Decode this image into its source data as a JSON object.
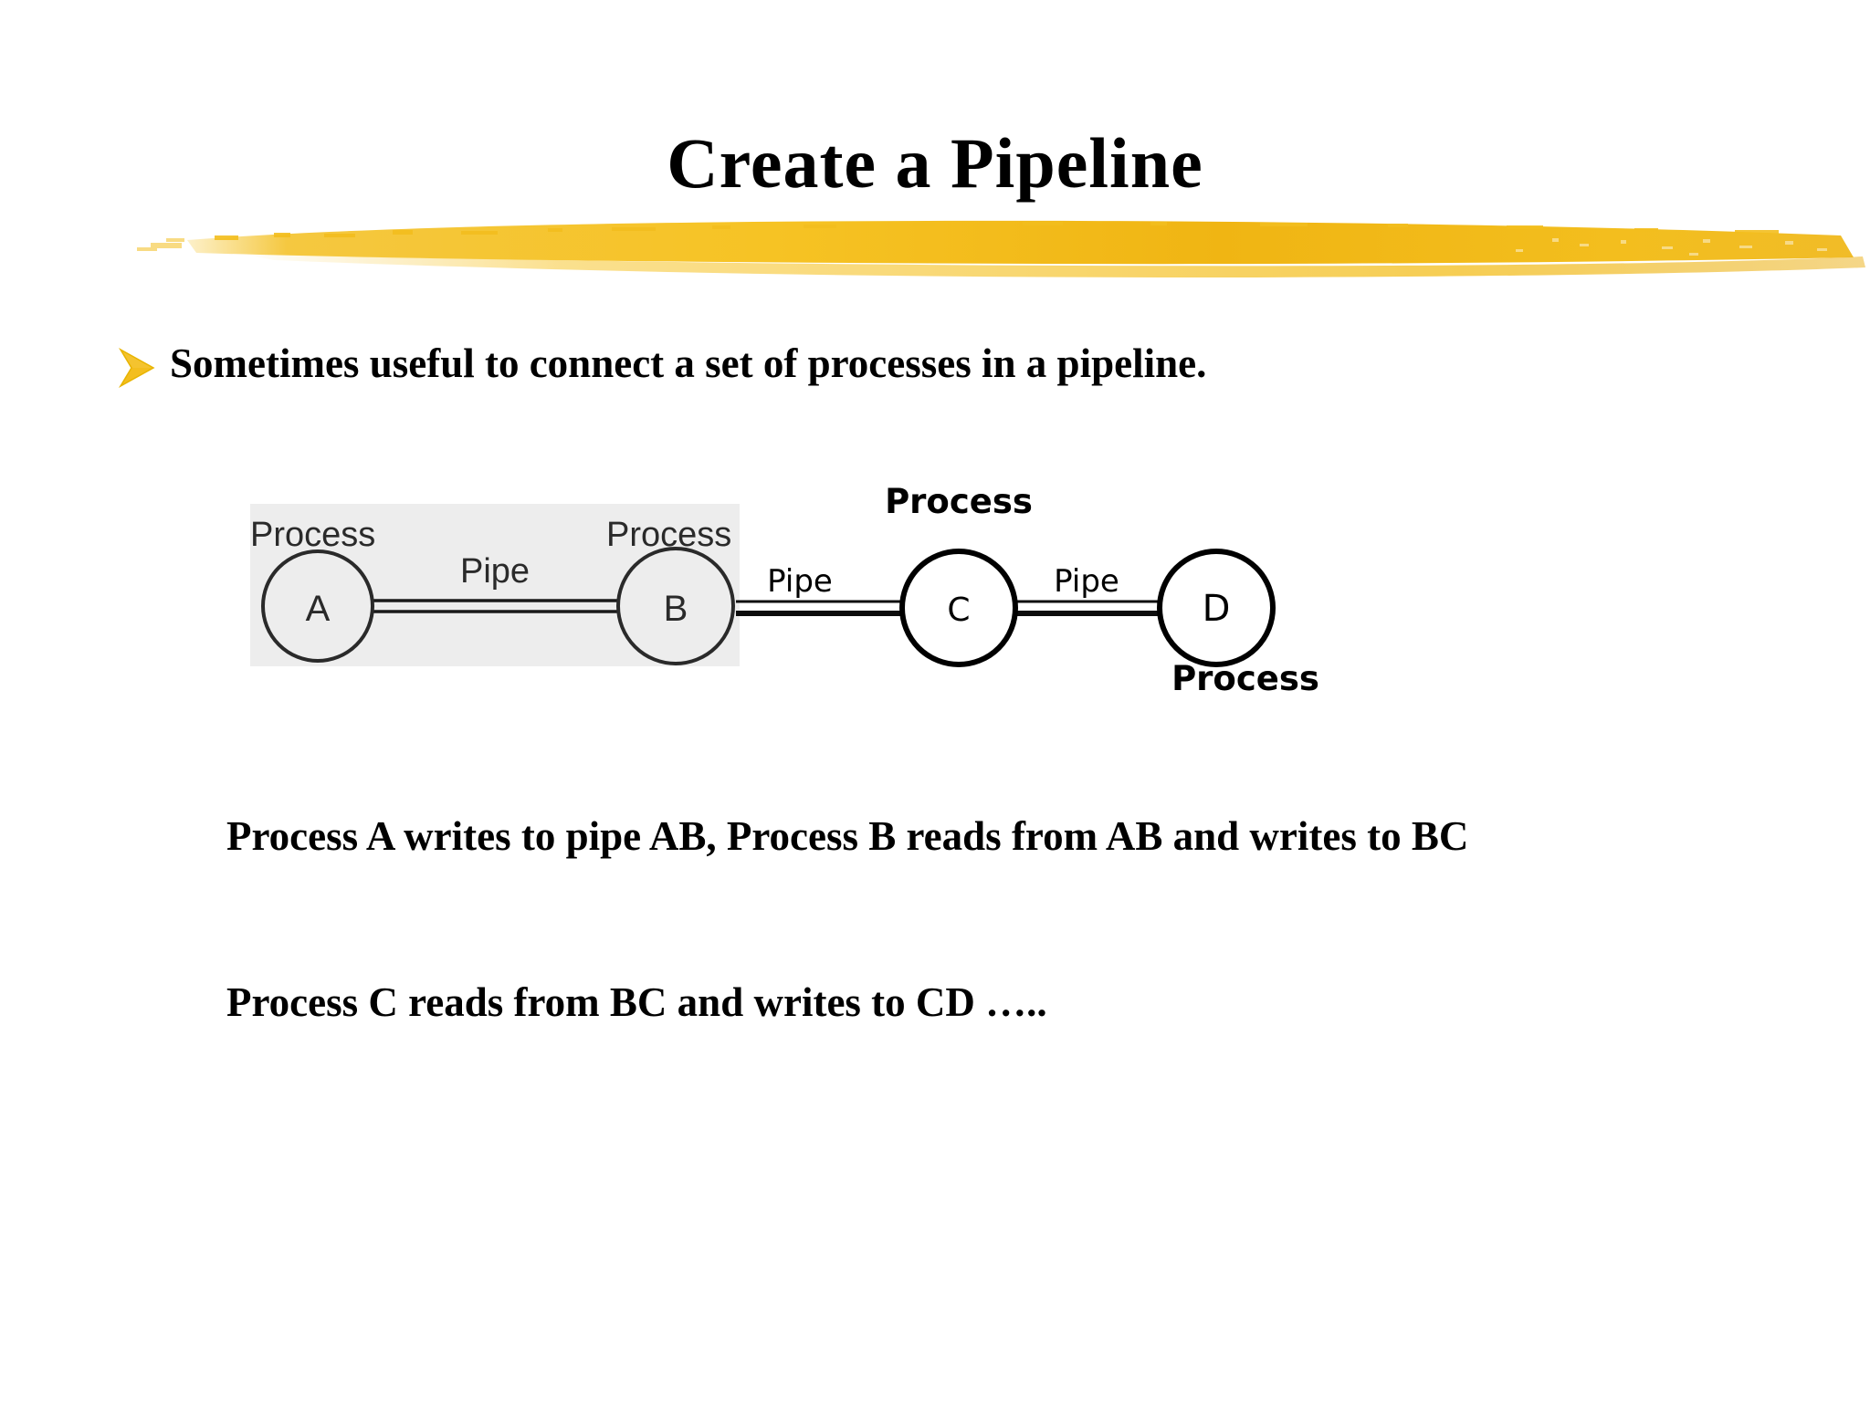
{
  "slide": {
    "title": "Create a Pipeline",
    "accent_color": "#F3BE1E",
    "accent_color_dark": "#E8A400",
    "text_color": "#000000",
    "background_color": "#FFFFFF"
  },
  "bullets": [
    {
      "marker": "chevron-arrow-bullet",
      "text": "Sometimes useful to connect a set of processes in a pipeline."
    }
  ],
  "diagram": {
    "type": "pipeline-process-diagram",
    "highlight_box_color": "#EDEDED",
    "nodes": [
      {
        "id": "A",
        "label": "A",
        "caption": "Process",
        "caption_position": "above-left",
        "style": "gray-panel"
      },
      {
        "id": "B",
        "label": "B",
        "caption": "Process",
        "caption_position": "above-left",
        "style": "gray-panel"
      },
      {
        "id": "C",
        "label": "C",
        "caption": "Process",
        "caption_position": "above",
        "style": "handwritten"
      },
      {
        "id": "D",
        "label": "D",
        "caption": "Process",
        "caption_position": "below-right",
        "style": "handwritten"
      }
    ],
    "edges": [
      {
        "from": "A",
        "to": "B",
        "label": "Pipe"
      },
      {
        "from": "B",
        "to": "C",
        "label": "Pipe"
      },
      {
        "from": "C",
        "to": "D",
        "label": "Pipe"
      }
    ]
  },
  "paragraphs": [
    "Process A writes to pipe AB, Process B reads from AB and writes to BC",
    "Process C reads from BC and writes to CD ….."
  ]
}
